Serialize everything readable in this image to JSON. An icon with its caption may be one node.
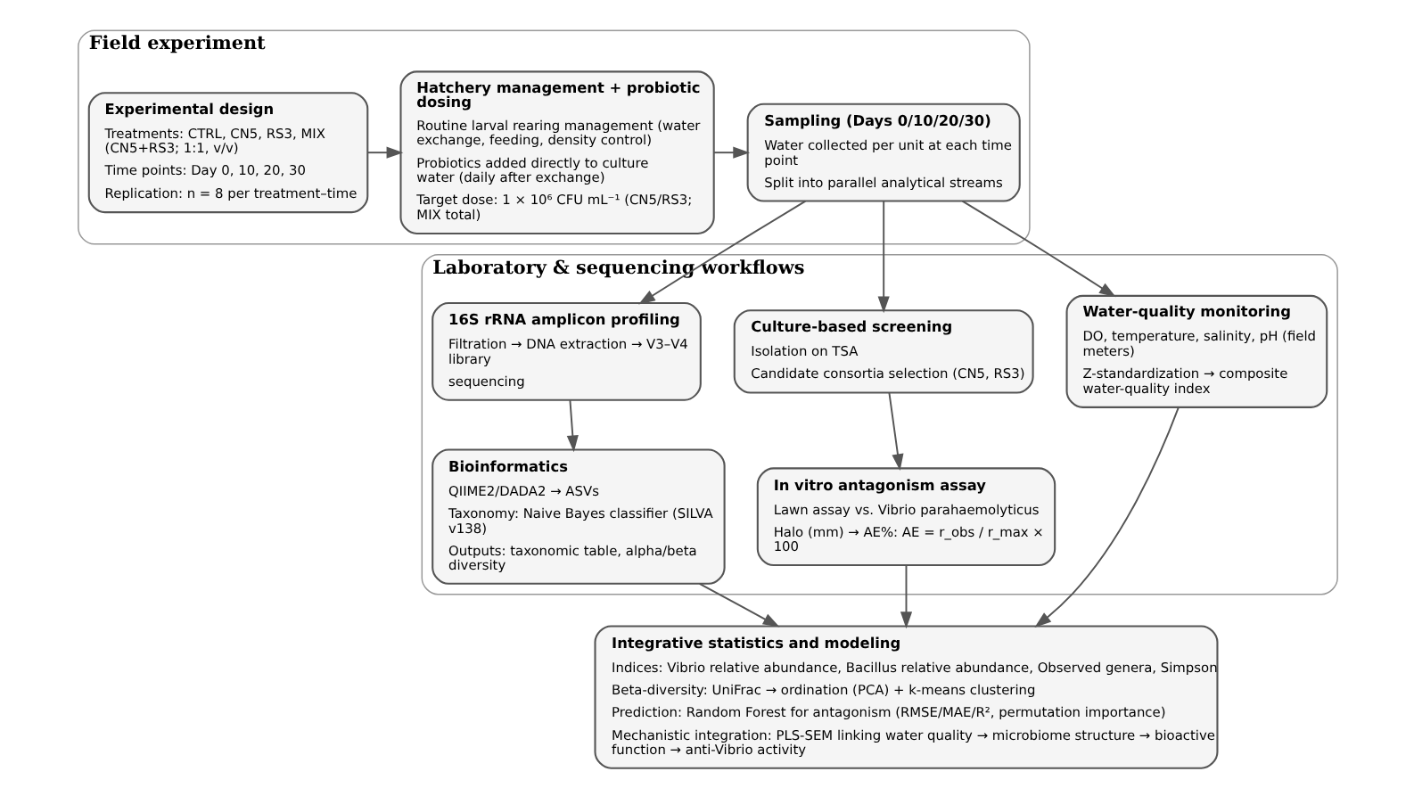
{
  "diagram": {
    "nodes": [
      {
        "text": [
          "Field experiment"
        ]
      },
      {
        "text": [
          "Experimental design",
          "Treatments: CTRL, CN5, RS3, MIX (CN5+RS3; 1:1, v/v)",
          "Time points: Day 0, 10, 20, 30",
          "Replication: n = 8 per treatment–time"
        ],
        "in": 0
      },
      {
        "text": [
          "Hatchery management + probiotic dosing",
          "Routine larval rearing management (water exchange, feeding, density control)",
          "Probiotics added directly to culture water (daily after exchange)",
          "Target dose: 1 × 10⁶ CFU mL⁻¹ (CN5/RS3; MIX total)"
        ],
        "in": 0
      },
      {
        "text": [
          "Sampling (Days 0/10/20/30)",
          "Water collected per unit at each time point",
          "Split into parallel analytical streams"
        ],
        "in": 0
      },
      {
        "text": [
          "Laboratory & sequencing workflows"
        ]
      },
      {
        "text": [
          "Water-quality monitoring",
          "DO, temperature, salinity, pH (field meters)",
          "Z-standardization → composite water-quality index"
        ],
        "in": 4
      },
      {
        "text": [
          "Culture-based screening",
          "Isolation on TSA",
          "Candidate consortia selection (CN5, RS3)"
        ],
        "in": 4
      },
      {
        "text": [
          "16S rRNA amplicon profiling",
          "Filtration → DNA extraction → V3–V4 library",
          "sequencing"
        ],
        "in": 4
      },
      {
        "text": [
          "In vitro antagonism assay",
          "Lawn assay vs. Vibrio parahaemolyticus",
          "Halo (mm) → AE%: AE = r_obs / r_max × 100"
        ],
        "in": 4
      },
      {
        "text": [
          "Bioinformatics",
          "QIIME2/DADA2 → ASVs",
          "Taxonomy: Naive Bayes classifier (SILVA v138)",
          "Outputs: taxonomic table, alpha/beta diversity"
        ],
        "in": 4
      },
      {
        "text": [
          "Integrative statistics and modeling",
          "Indices: Vibrio relative abundance, Bacillus relative abundance, Observed genera, Simpson",
          "Beta-diversity: UniFrac → ordination (PCA) + k-means clustering",
          "Prediction: Random Forest for antagonism (RMSE/MAE/R², permutation importance)",
          "Mechanistic integration: PLS-SEM linking water quality → microbiome structure → bioactive function → anti-Vibrio activity"
        ]
      }
    ],
    "edges": [
      {
        "from": 1,
        "to": 2,
        "arrow": "to"
      },
      {
        "from": 2,
        "to": 3,
        "arrow": "to"
      },
      {
        "from": 3,
        "to": 5,
        "arrow": "to"
      },
      {
        "from": 3,
        "to": 6,
        "arrow": "to"
      },
      {
        "from": 3,
        "to": 7,
        "arrow": "to"
      },
      {
        "from": 6,
        "to": 8,
        "arrow": "to"
      },
      {
        "from": 7,
        "to": 9,
        "arrow": "to"
      },
      {
        "from": 5,
        "to": 10,
        "arrow": "to"
      },
      {
        "from": 8,
        "to": 10,
        "arrow": "to"
      },
      {
        "from": 9,
        "to": 10,
        "arrow": "to"
      }
    ]
  }
}
